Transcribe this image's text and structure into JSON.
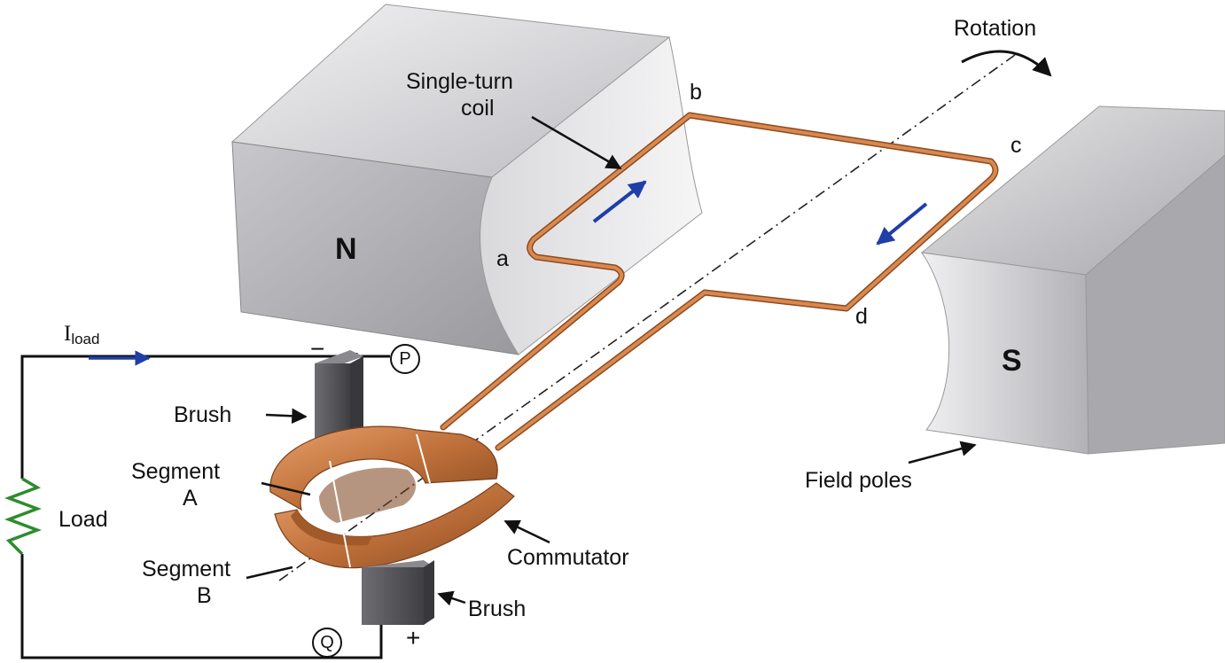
{
  "labels": {
    "rotation": "Rotation",
    "coil_line1": "Single-turn",
    "coil_line2": "coil",
    "corner_a": "a",
    "corner_b": "b",
    "corner_c": "c",
    "corner_d": "d",
    "north": "N",
    "south": "S",
    "current_main": "I",
    "current_sub": "load",
    "brush_top": "Brush",
    "brush_bottom": "Brush",
    "segment_a_line1": "Segment",
    "segment_a_line2": "A",
    "segment_b_line1": "Segment",
    "segment_b_line2": "B",
    "load": "Load",
    "commutator": "Commutator",
    "field_poles": "Field poles",
    "terminal_p": "P",
    "terminal_q": "Q",
    "minus": "−",
    "plus": "+"
  },
  "colors": {
    "copper": "#c9733a",
    "copper_dark": "#8e4a1f",
    "steel_light": "#e6e6e8",
    "steel_dark": "#8c8c90",
    "brush": "#5a5a5e",
    "arrow_blue": "#1f3ea8",
    "load_green": "#2e8b2e",
    "wire": "#111111"
  }
}
